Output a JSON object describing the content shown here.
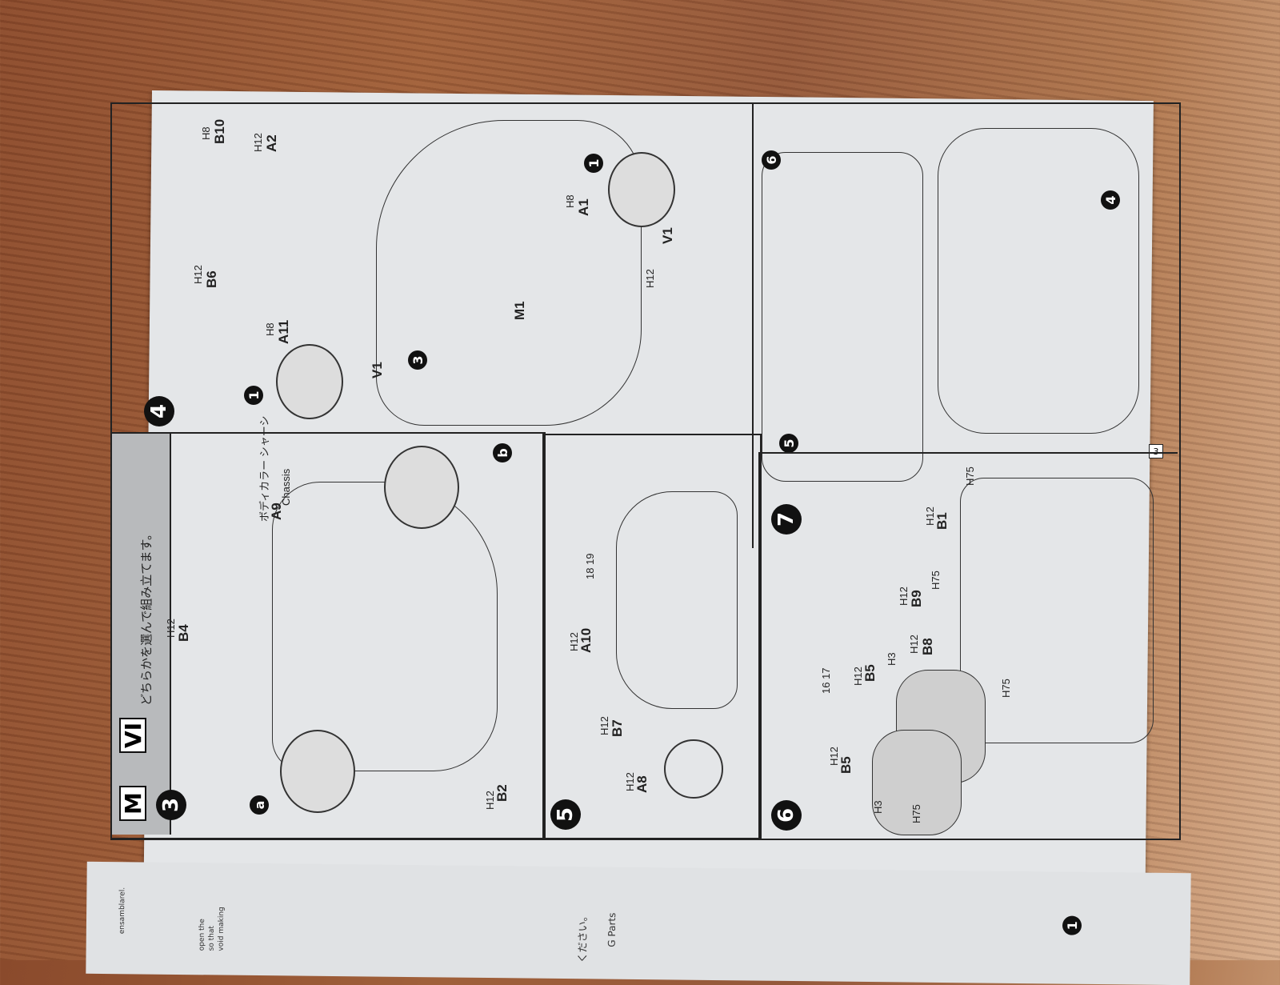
{
  "steps": {
    "s3": {
      "number": "3",
      "marks": [
        "a",
        "b"
      ],
      "header_badges": [
        "M",
        "VI"
      ],
      "instruction": "どちらかを選んで組み立てます。",
      "labels": {
        "b4": "B4",
        "b4_paint": "H12",
        "a9": "A9",
        "a9_jp": "ボディカラー シャーシ",
        "a9_en": "Chassis",
        "b2": "B2",
        "b2_paint": "H12"
      }
    },
    "s4": {
      "number": "4",
      "marks": [
        "1",
        "3"
      ],
      "labels": {
        "b10": "B10",
        "b10_paint": "H8",
        "a2": "A2",
        "a2_paint": "H12",
        "b6": "B6",
        "b6_paint": "H12",
        "a11": "A11",
        "a11_paint": "H8",
        "v1a": "V1",
        "m1": "M1",
        "a1": "A1",
        "a1_paint": "H8",
        "v1b": "V1",
        "a1_alt": "H12"
      }
    },
    "s5": {
      "number": "5",
      "labels": {
        "a10": "A10",
        "a10_paint": "H12",
        "b7": "B7",
        "b7_paint": "H12",
        "a8": "A8",
        "a8_paint": "H12",
        "decal": "18 19"
      }
    },
    "s6": {
      "number": "6",
      "labels": {
        "b1": "B1",
        "b1_paint": "H12",
        "h75a": "H75",
        "b9": "B9",
        "b9_paint": "H12",
        "h75b": "H75",
        "b8": "B8",
        "b8_paint": "H12",
        "b5a": "B5",
        "b5a_paint": "H12",
        "h3a": "H3",
        "decal": "16 17",
        "b5b": "B5",
        "b5b_paint": "H12",
        "h3b": "H3",
        "h75c": "H75",
        "h75d": "H75"
      }
    },
    "s7": {
      "number": "7",
      "marks": [
        "4",
        "5",
        "6"
      ]
    }
  },
  "page_number": "3",
  "lower_page": {
    "snippets": [
      "ensamblarel.",
      "open the",
      "so that",
      "void making",
      "G Parts",
      "ください。"
    ],
    "step_mark": "1"
  }
}
